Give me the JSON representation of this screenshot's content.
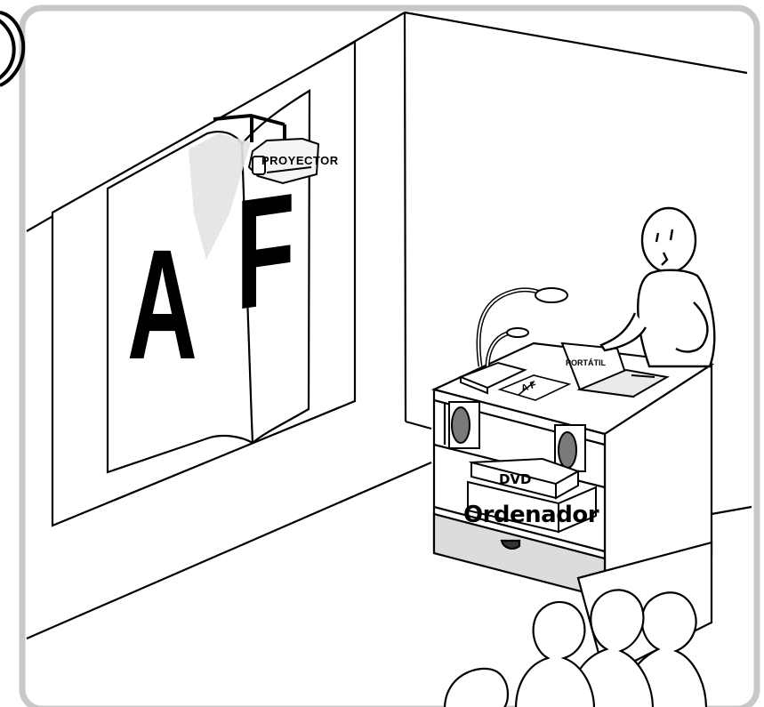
{
  "labels": {
    "projector": "PROYECTOR",
    "laptop": "PORTÁTIL",
    "dvd": "DVD",
    "computer": "Ordenador",
    "screen_letter_left": "A",
    "screen_letter_right": "F",
    "book_letters": "A F"
  },
  "colors": {
    "line": "#000000",
    "frame": "#c8c8c8",
    "drawer": "#dcdcdc",
    "speaker": "#7a7a7a",
    "beam": "#e3e3e3"
  }
}
